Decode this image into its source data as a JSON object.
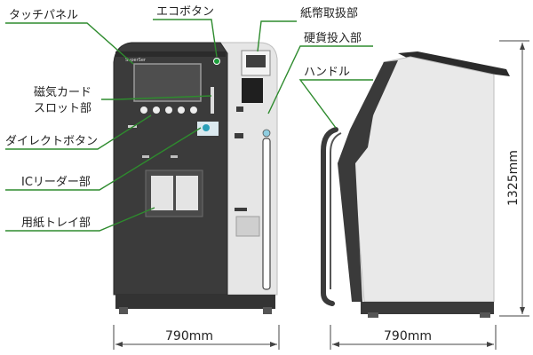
{
  "labels": {
    "touch_panel": "タッチパネル",
    "eco_button": "エコボタン",
    "bill_unit": "紙幣取扱部",
    "coin_unit": "硬貨投入部",
    "handle": "ハンドル",
    "card_slot_line1": "磁気カード",
    "card_slot_line2": "スロット部",
    "direct_button": "ダイレクトボタン",
    "ic_reader": "ICリーダー部",
    "paper_tray": "用紙トレイ部"
  },
  "dimensions": {
    "front_width": "790mm",
    "side_depth": "790mm",
    "height": "1325mm"
  },
  "colors": {
    "leader": "#2e8b2e",
    "body_dark": "#3c3c3c",
    "body_light": "#e8e8e8",
    "screen": "#4a4a4a"
  }
}
